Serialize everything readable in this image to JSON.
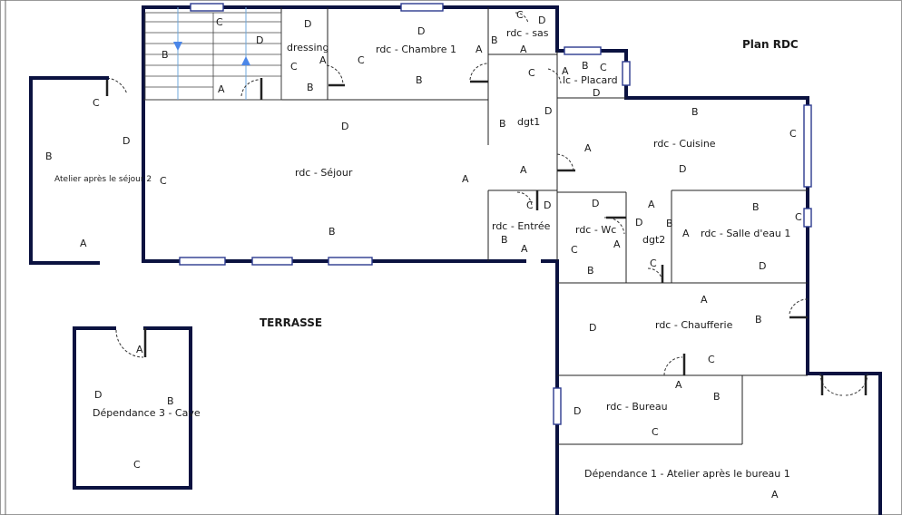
{
  "title": "Plan RDC",
  "terrace": "TERRASSE",
  "rooms": [
    {
      "key": "sejour",
      "label": "rdc - Séjour"
    },
    {
      "key": "chambre1",
      "label": "rdc - Chambre 1"
    },
    {
      "key": "dressing",
      "label": "dressing"
    },
    {
      "key": "sas",
      "label": "rdc - sas"
    },
    {
      "key": "placard",
      "label": "lc - Placard"
    },
    {
      "key": "dgt1",
      "label": "dgt1"
    },
    {
      "key": "cuisine",
      "label": "rdc - Cuisine"
    },
    {
      "key": "entree",
      "label": "rdc - Entrée"
    },
    {
      "key": "wc",
      "label": "rdc - Wc"
    },
    {
      "key": "dgt2",
      "label": "dgt2"
    },
    {
      "key": "salle_eau",
      "label": "rdc - Salle d'eau 1"
    },
    {
      "key": "chaufferie",
      "label": "rdc - Chaufferie"
    },
    {
      "key": "bureau",
      "label": "rdc - Bureau"
    },
    {
      "key": "atelier_bureau",
      "label": "Dépendance 1 - Atelier après le bureau 1"
    },
    {
      "key": "atelier_sejour",
      "label": "Atelier après le séjour 2"
    },
    {
      "key": "cave",
      "label": "Dépendance 3 - Cave"
    }
  ],
  "wall_letters": [
    "A",
    "B",
    "C",
    "D"
  ]
}
